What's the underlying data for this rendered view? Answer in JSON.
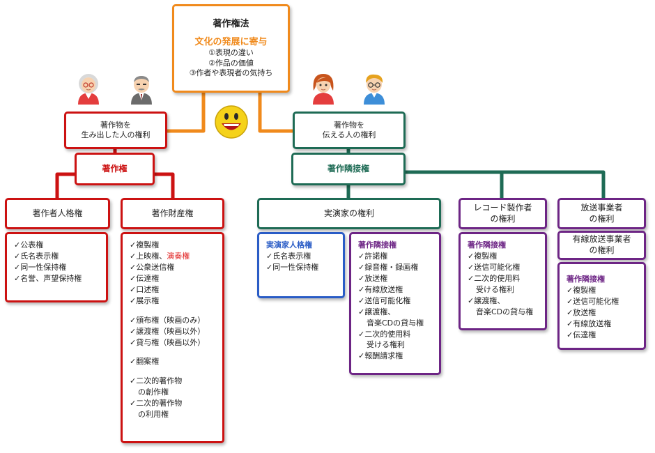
{
  "top": {
    "title": "著作権法",
    "purpose": "文化の発展に寄与",
    "points": [
      "①表現の違い",
      "②作品の価値",
      "③作者や表現者の気持ち"
    ]
  },
  "creators": {
    "label": [
      "著作物を",
      "生み出した人の権利"
    ],
    "right": "著作権",
    "moral": {
      "title": "著作者人格権",
      "items": [
        "✓公表権",
        "✓氏名表示権",
        "✓同一性保持権",
        "✓名誉、声望保持権"
      ]
    },
    "property": {
      "title": "著作財産権",
      "items_a": [
        "✓複製権"
      ],
      "item_screen_prefix": "✓上映権、",
      "item_screen_highlight": "演奏権",
      "items_b": [
        "✓公衆送信権",
        "✓伝達権",
        "✓口述権",
        "✓展示権"
      ],
      "items_c": [
        "✓頒布権（映画のみ）",
        "✓譲渡権（映画以外）",
        "✓貸与権（映画以外）"
      ],
      "items_d": [
        "✓翻案権"
      ],
      "derived_create": [
        "✓二次的著作物",
        "の創作権"
      ],
      "derived_use": [
        "✓二次的著作物",
        "の利用権"
      ]
    }
  },
  "transmitters": {
    "label": [
      "著作物を",
      "伝える人の権利"
    ],
    "right": "著作隣接権",
    "performers": {
      "title": "実演家の権利",
      "moral": {
        "heading": "実演家人格権",
        "items": [
          "✓氏名表示権",
          "✓同一性保持権"
        ]
      },
      "neighboring": {
        "heading": "著作隣接権",
        "items": [
          "✓許諾権",
          "✓録音権・録画権",
          "✓放送権",
          "✓有線放送権",
          "✓送信可能化権",
          "✓譲渡権、",
          "音楽CDの貸与権",
          "✓二次的使用料",
          "受ける権利",
          "✓報酬請求権"
        ]
      }
    },
    "record": {
      "title": [
        "レコード製作者",
        "の権利"
      ],
      "heading": "著作隣接権",
      "items": [
        "✓複製権",
        "✓送信可能化権",
        "✓二次的使用料",
        "受ける権利",
        "✓譲渡権、",
        "音楽CDの貸与権"
      ]
    },
    "broadcast": {
      "title": [
        "放送事業者",
        "の権利"
      ],
      "cable_title": [
        "有線放送事業者",
        "の権利"
      ],
      "heading": "著作隣接権",
      "items": [
        "✓複製権",
        "✓送信可能化権",
        "✓放送権",
        "✓有線放送権",
        "✓伝達権"
      ]
    }
  },
  "colors": {
    "orange": "#f08a1c",
    "red": "#cc1212",
    "green": "#1e6b55",
    "purple": "#6d2585",
    "blue": "#2a5cc6"
  },
  "icons": [
    "elder-woman-avatar-icon",
    "elder-man-avatar-icon",
    "smiley-icon",
    "woman-avatar-icon",
    "man-with-glasses-avatar-icon"
  ]
}
